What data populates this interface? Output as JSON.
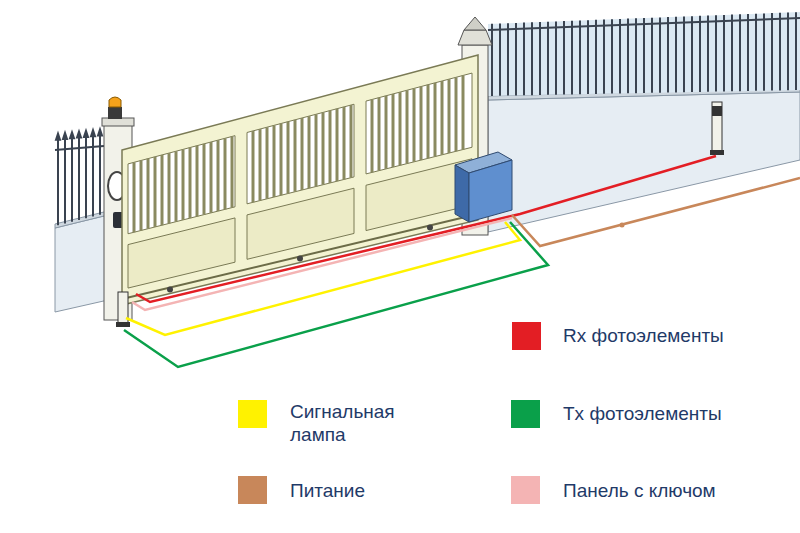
{
  "diagram": {
    "legend": [
      {
        "text": "Rx фотоэлементы",
        "color": "#e31e24"
      },
      {
        "text": "Сигнальная лампа",
        "color": "#fff200"
      },
      {
        "text": "Tx фотоэлементы",
        "color": "#0aa04a"
      },
      {
        "text": "Питание",
        "color": "#c8875a"
      },
      {
        "text": "Панель с ключом",
        "color": "#f4b4b4"
      }
    ]
  }
}
